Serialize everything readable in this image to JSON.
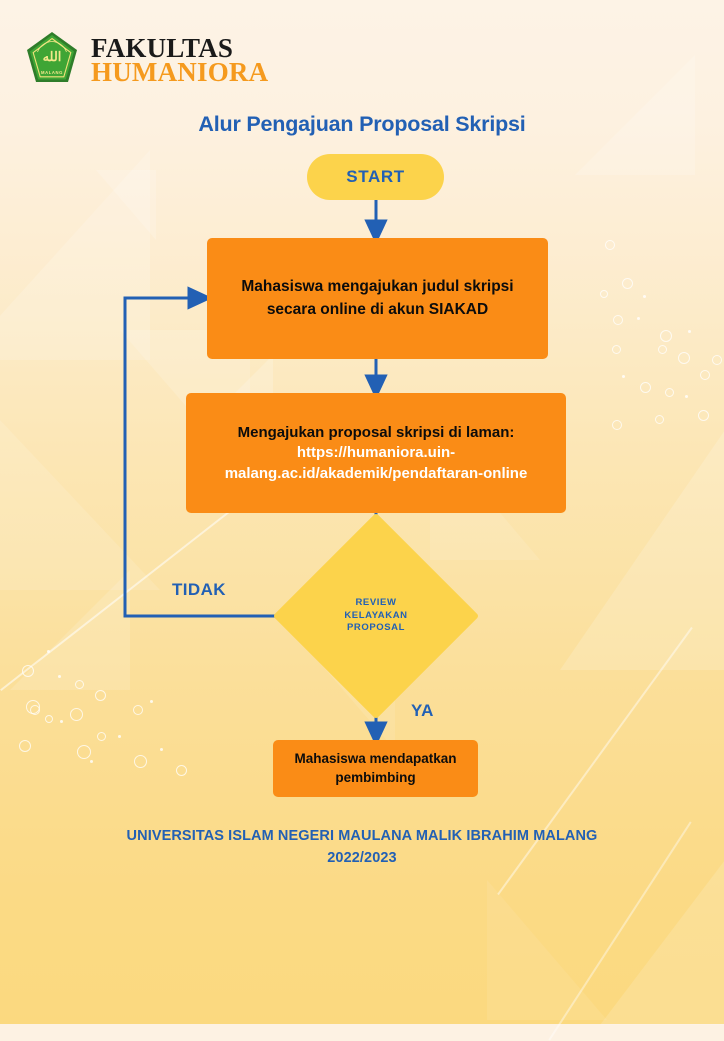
{
  "brand": {
    "logo_icon": "uin-shield-logo-icon",
    "faculty_line1": "FAKULTAS",
    "faculty_line2": "HUMANIORA"
  },
  "page_title": "Alur Pengajuan Proposal Skripsi",
  "flow": {
    "start": {
      "label": "START",
      "shape": "pill",
      "fill": "#FCD34B",
      "text_color": "#2260B4"
    },
    "step1": {
      "label": "Mahasiswa mengajukan judul skripsi secara online di akun SIAKAD",
      "shape": "rectangle",
      "fill": "#FA8C16",
      "text_color": "#0C0C0C"
    },
    "step2": {
      "heading": "Mengajukan proposal skripsi di laman:",
      "url": "https://humaniora.uin-malang.ac.id/akademik/pendaftaran-online",
      "shape": "rectangle",
      "fill": "#FA8C16",
      "heading_color": "#0C0C0C",
      "url_color": "#FFFFFF"
    },
    "decision": {
      "line1": "REVIEW",
      "line2": "KELAYAKAN",
      "line3": "PROPOSAL",
      "shape": "diamond",
      "fill": "#FCD34B",
      "text_color": "#2260B4"
    },
    "step3": {
      "label": "Mahasiswa mendapatkan pembimbing",
      "shape": "rectangle",
      "fill": "#FA8C16",
      "text_color": "#0C0C0C"
    },
    "branch_no": "TIDAK",
    "branch_yes": "YA",
    "connector_color": "#2260B4"
  },
  "footer": {
    "line1": "UNIVERSITAS ISLAM NEGERI MAULANA MALIK IBRAHIM MALANG",
    "line2": "2022/2023"
  },
  "theme": {
    "background_top": "#FDF3E6",
    "background_bottom": "#FBD97F",
    "accent_orange": "#FA8C16",
    "accent_yellow": "#FCD34B",
    "accent_blue": "#2260B4",
    "brand_orange": "#F59A1E",
    "logo_green": "#3FA535"
  }
}
